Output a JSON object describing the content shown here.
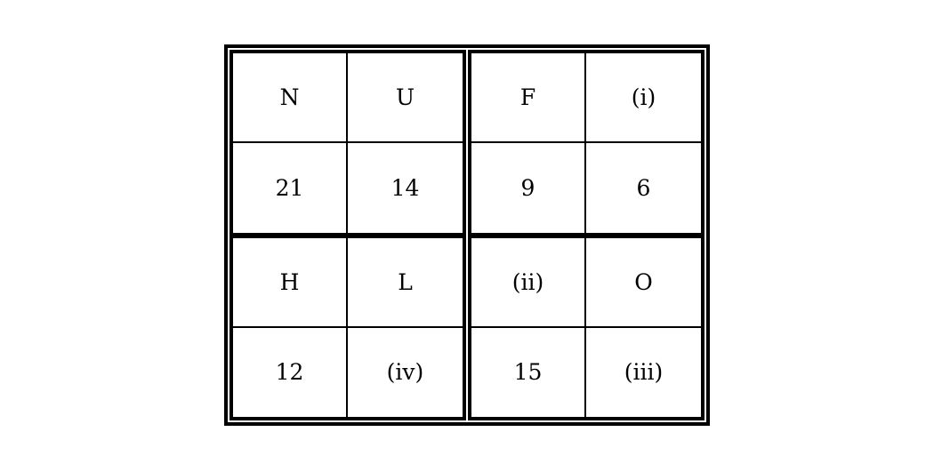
{
  "grid": {
    "blocks": [
      {
        "position": "top-left",
        "cells": [
          [
            "N",
            "U"
          ],
          [
            "21",
            "14"
          ]
        ]
      },
      {
        "position": "top-right",
        "cells": [
          [
            "F",
            "(i)"
          ],
          [
            "9",
            "6"
          ]
        ]
      },
      {
        "position": "bottom-left",
        "cells": [
          [
            "H",
            "L"
          ],
          [
            "12",
            "(iv)"
          ]
        ]
      },
      {
        "position": "bottom-right",
        "cells": [
          [
            "(ii)",
            "O"
          ],
          [
            "15",
            "(iii)"
          ]
        ]
      }
    ]
  },
  "colors": {
    "border": "#000000",
    "background": "#ffffff",
    "text": "#000000"
  }
}
